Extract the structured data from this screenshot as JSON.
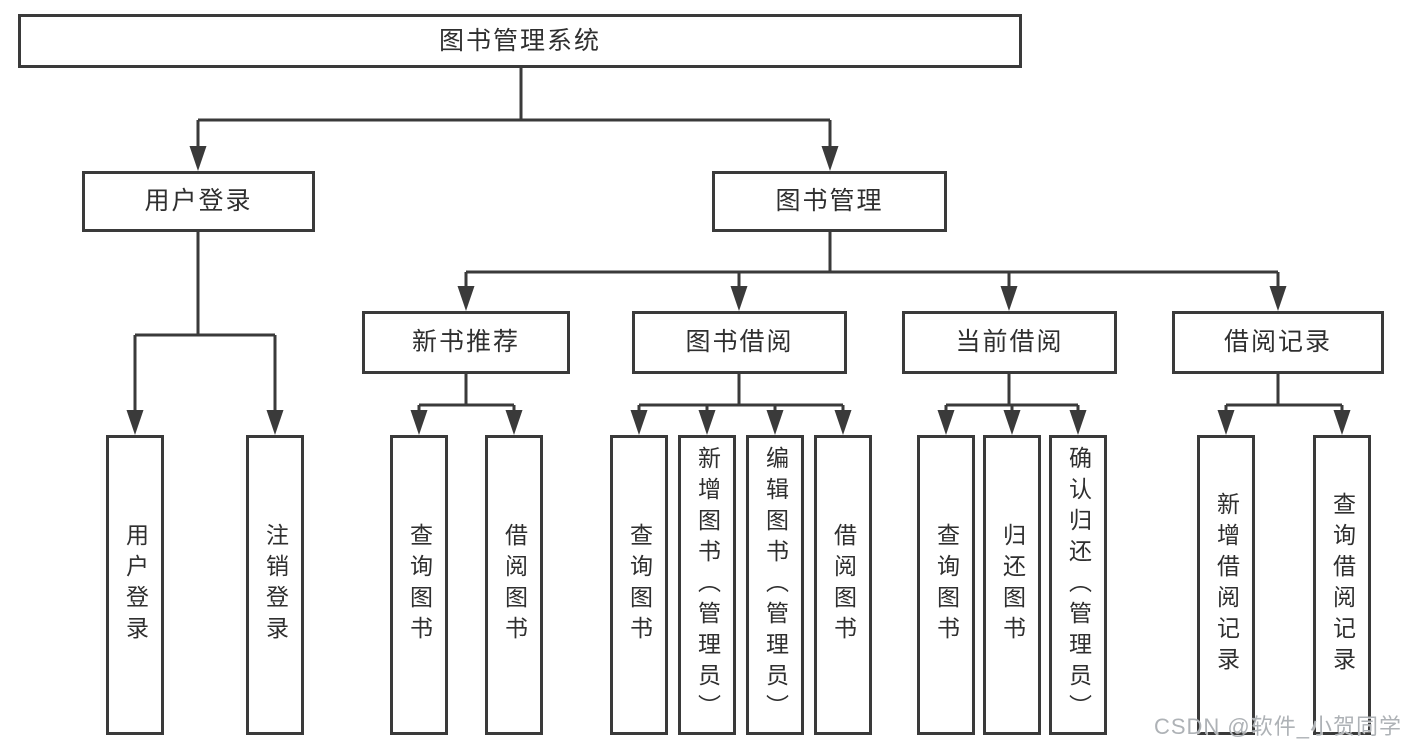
{
  "diagram": {
    "root": {
      "label": "图书管理系统"
    },
    "branches": [
      {
        "label": "用户登录",
        "children": [
          {
            "label": "用户登录"
          },
          {
            "label": "注销登录"
          }
        ]
      },
      {
        "label": "图书管理",
        "children": [
          {
            "label": "新书推荐",
            "children": [
              {
                "label": "查询图书"
              },
              {
                "label": "借阅图书"
              }
            ]
          },
          {
            "label": "图书借阅",
            "children": [
              {
                "label": "查询图书"
              },
              {
                "label": "新增图书（管理员）"
              },
              {
                "label": "编辑图书（管理员）"
              },
              {
                "label": "借阅图书"
              }
            ]
          },
          {
            "label": "当前借阅",
            "children": [
              {
                "label": "查询图书"
              },
              {
                "label": "归还图书"
              },
              {
                "label": "确认归还（管理员）"
              }
            ]
          },
          {
            "label": "借阅记录",
            "children": [
              {
                "label": "新增借阅记录"
              },
              {
                "label": "查询借阅记录"
              }
            ]
          }
        ]
      }
    ]
  },
  "watermark": {
    "text": "CSDN @软件_小贺同学"
  },
  "colors": {
    "line": "#3a3a3a",
    "box-border": "#3a3a3a",
    "text": "#2f2f2f",
    "background": "#ffffff",
    "watermark": "#aeb2b6"
  }
}
